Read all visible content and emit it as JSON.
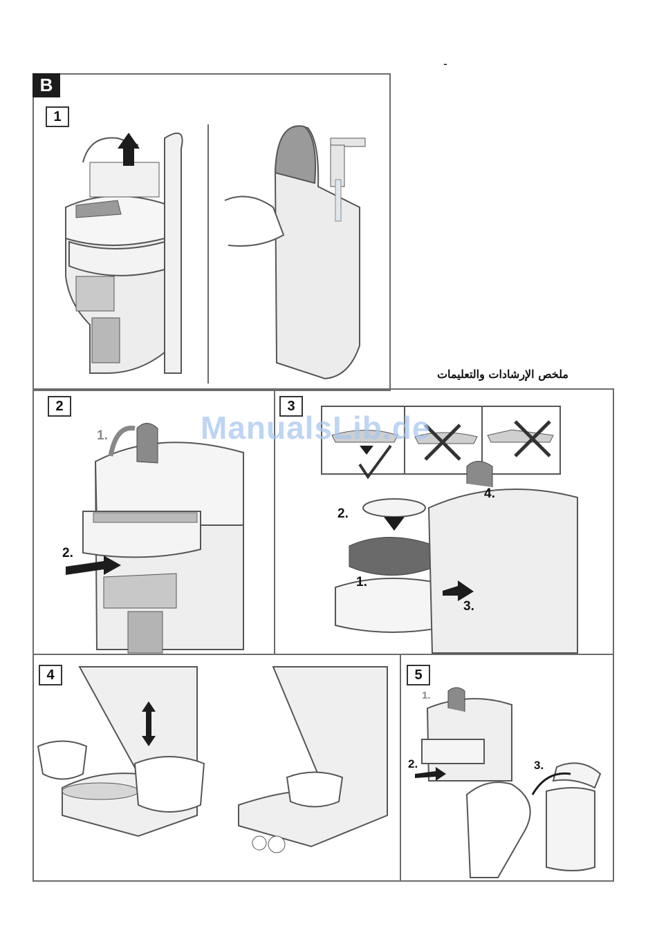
{
  "page": {
    "dash": "-",
    "section_badge": "B",
    "arabic_caption": "ملخص الإرشادات والتعليمات",
    "watermark": "ManualsLib.de"
  },
  "steps": [
    {
      "number": "1"
    },
    {
      "number": "2",
      "labels": [
        "1.",
        "2."
      ]
    },
    {
      "number": "3",
      "labels": [
        "1.",
        "2.",
        "3.",
        "4."
      ]
    },
    {
      "number": "4"
    },
    {
      "number": "5",
      "labels": [
        "1.",
        "2.",
        "3."
      ]
    }
  ]
}
